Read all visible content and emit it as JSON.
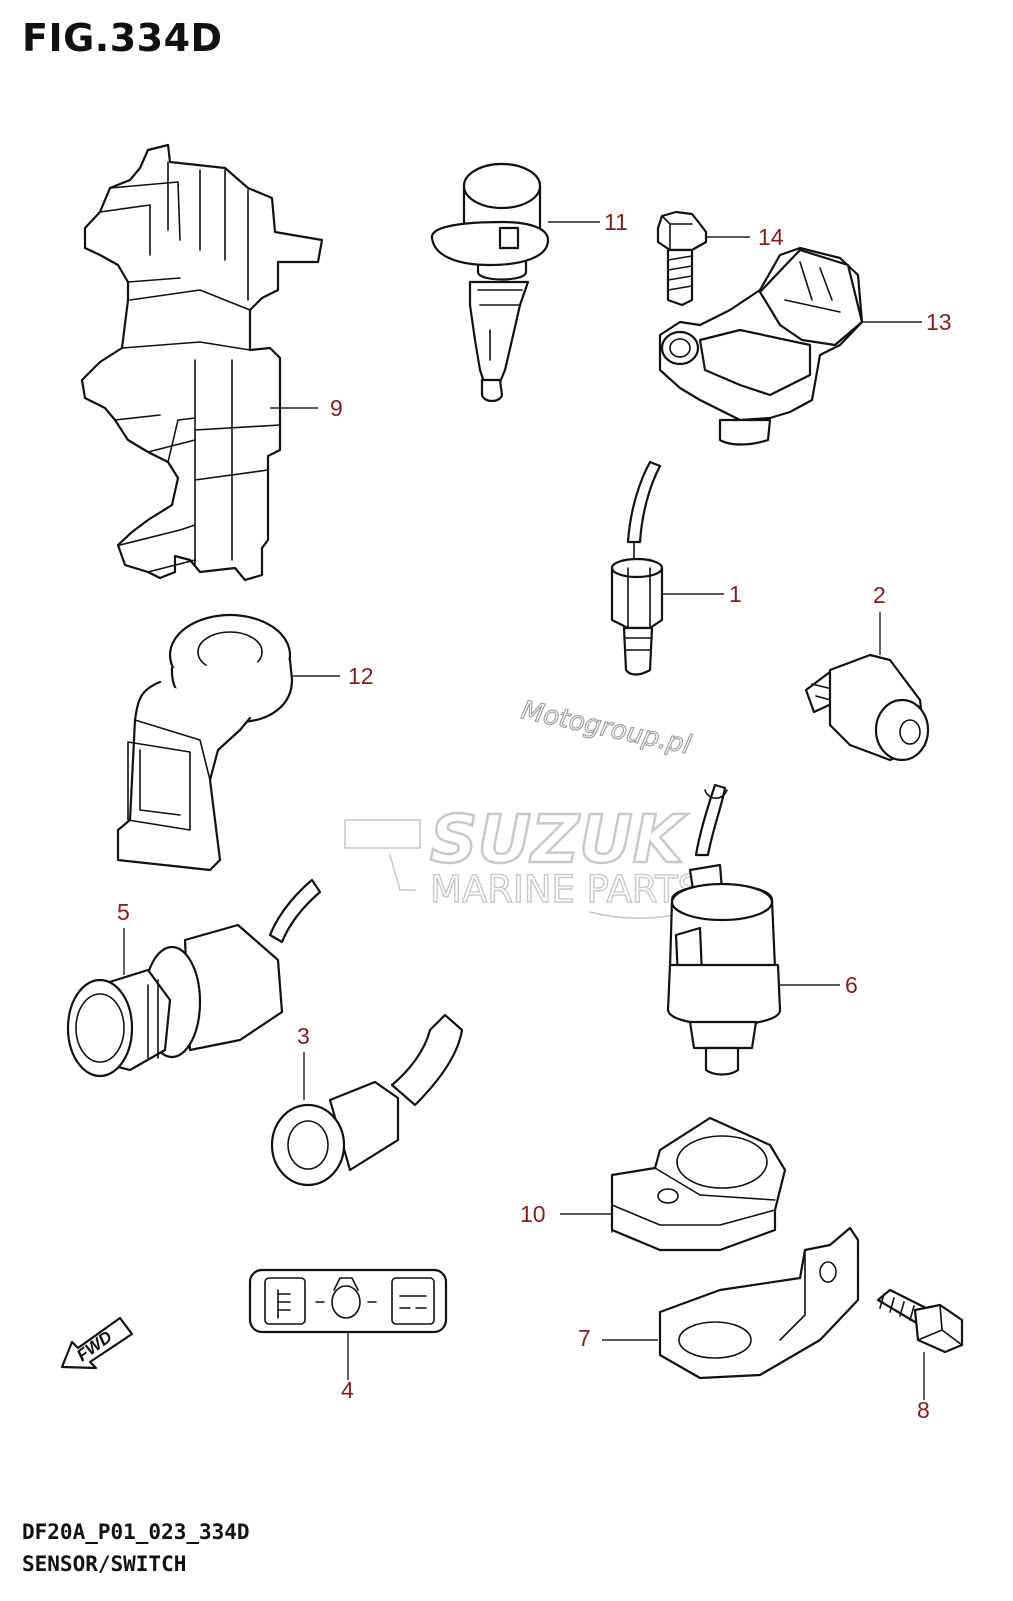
{
  "figure": {
    "title": "FIG.334D",
    "code": "DF20A_P01_023_334D",
    "subtitle": "SENSOR/SWITCH"
  },
  "callouts": [
    "1",
    "2",
    "3",
    "4",
    "5",
    "6",
    "7",
    "8",
    "9",
    "10",
    "11",
    "12",
    "13",
    "14"
  ],
  "fwd_label": "FWD",
  "watermarks": {
    "brand": "SUZUK",
    "tagline": "MARINE PARTS",
    "site": "Motogroup.pl"
  },
  "colors": {
    "callout": "#8b1a1a",
    "line": "#111111",
    "watermark": "#c9c9c9"
  }
}
